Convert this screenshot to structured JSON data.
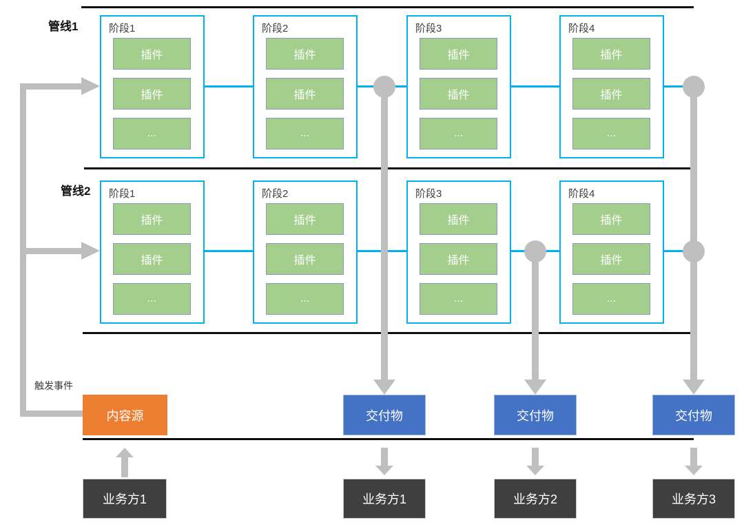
{
  "pipelines": [
    {
      "label": "管线1",
      "stages": [
        {
          "label": "阶段1",
          "plugins": [
            "插件",
            "插件",
            "..."
          ]
        },
        {
          "label": "阶段2",
          "plugins": [
            "插件",
            "插件",
            "..."
          ]
        },
        {
          "label": "阶段3",
          "plugins": [
            "插件",
            "插件",
            "..."
          ]
        },
        {
          "label": "阶段4",
          "plugins": [
            "插件",
            "插件",
            "..."
          ]
        }
      ]
    },
    {
      "label": "管线2",
      "stages": [
        {
          "label": "阶段1",
          "plugins": [
            "插件",
            "插件",
            "..."
          ]
        },
        {
          "label": "阶段2",
          "plugins": [
            "插件",
            "插件",
            "..."
          ]
        },
        {
          "label": "阶段3",
          "plugins": [
            "插件",
            "插件",
            "..."
          ]
        },
        {
          "label": "阶段4",
          "plugins": [
            "插件",
            "插件",
            "..."
          ]
        }
      ]
    }
  ],
  "trigger_event_label": "触发事件",
  "content_source": {
    "label": "内容源"
  },
  "deliverables": [
    "交付物",
    "交付物",
    "交付物"
  ],
  "business_parties": [
    "业务方1",
    "业务方1",
    "业务方2",
    "业务方3"
  ],
  "colors": {
    "stage_border": "#00b0f0",
    "plugin_fill": "#a3ce8c",
    "plugin_border": "#8a9bb5",
    "content_source_fill": "#ed7d31",
    "deliverable_fill": "#4472c4",
    "business_party_fill": "#3f3f3f",
    "flow_gray": "#bfbfbf",
    "separator_line": "#0d0d0d"
  }
}
